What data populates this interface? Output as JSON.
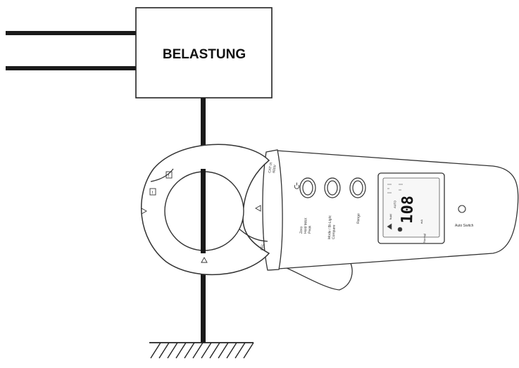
{
  "load": {
    "label": "BELASTUNG"
  },
  "meter": {
    "display_value": "108",
    "display_unit": "mA",
    "display_mode": "Normal",
    "display_label_a": "AUTO",
    "display_label_b": "hold",
    "cat_rating_a": "CAT III",
    "cat_rating_b": "600V",
    "jaw_warning": "!",
    "button_1_label_a": "Zero",
    "button_1_label_b": "Hold MAX",
    "button_1_label_c": "Peak",
    "button_2_label_a": "Mode / Bl-Light",
    "button_2_label_b": "Compare",
    "button_3_label": "Range",
    "auto_switch_label": "Auto Switch",
    "body_side_label": "REL"
  },
  "icons": {
    "power": "power-icon",
    "arrow": "triangle-arrow-icon",
    "jaw_marker": "jaw-alignment-icon",
    "ground": "ground-hatch-icon"
  }
}
